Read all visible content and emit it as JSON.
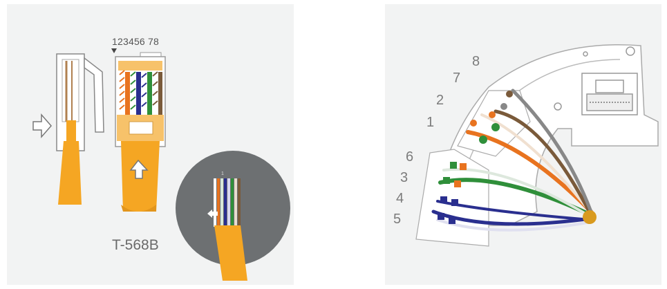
{
  "left": {
    "pin_numbers": "123456 78",
    "standard": "T-568B",
    "zoom_marker": "1"
  },
  "right": {
    "pin_labels": [
      "8",
      "7",
      "2",
      "1",
      "6",
      "3",
      "4",
      "5"
    ]
  },
  "colors": {
    "sheath": "#f5a623",
    "orange": "#e8731f",
    "green": "#2f8f3a",
    "blue": "#2a2f8f",
    "brown": "#7a5a3a",
    "gray_circle": "#6d7072"
  },
  "icons": [
    "push-arrow-icon",
    "up-arrow-icon"
  ]
}
